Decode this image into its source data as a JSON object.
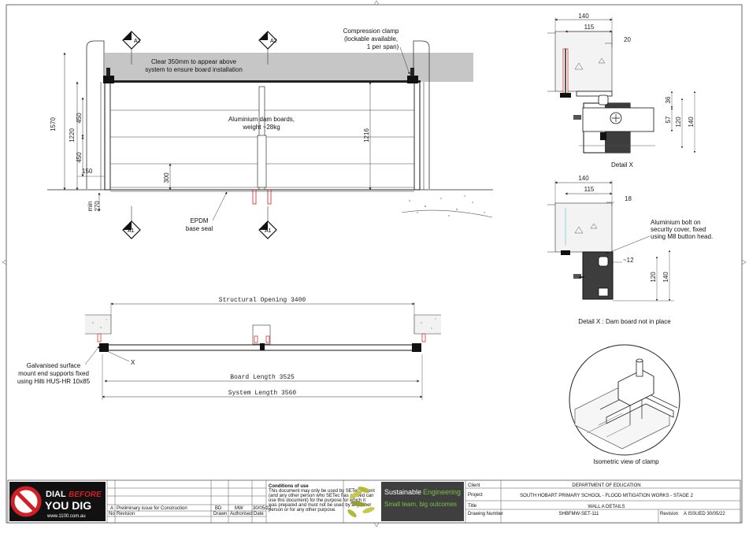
{
  "front_view": {
    "clearance_note": [
      "Clear 350mm to appear above",
      "system to ensure board installation"
    ],
    "clamp_note": [
      "Compression clamp",
      "(lockable available,",
      "1 per span)"
    ],
    "boards_note": [
      "Aluminium dam boards,",
      "weight ~28kg"
    ],
    "seal_note": [
      "EPDM",
      "base seal"
    ],
    "markers": {
      "a2": "A2",
      "a1": "A1"
    },
    "dims": {
      "d1570": "1570",
      "d1220": "1220",
      "d450a": "450",
      "d450b": "450",
      "d150": "150",
      "d270": "270",
      "min": "min",
      "d1216": "1216",
      "d300": "300"
    }
  },
  "plan_view": {
    "structural_opening": "Structural Opening 3400",
    "board_length": "Board Length 3525",
    "system_length": "System Length 3560",
    "supports_note": [
      "Galvanised surface",
      "mount end supports fixed",
      "using Hilti HUS-HR 10x85"
    ],
    "x_marker": "X"
  },
  "detail_x": {
    "title": "Detail X",
    "dims": {
      "d140": "140",
      "d115": "115",
      "d20": "20",
      "d36": "36",
      "d57": "57",
      "d120": "120",
      "d140v": "140"
    }
  },
  "detail_x2": {
    "title": "Detail X : Dam board not in place",
    "bolt_note": [
      "Aluminium bolt on",
      "security cover, fixed",
      "using M8 button head."
    ],
    "dims": {
      "d140": "140",
      "d115": "115",
      "d18": "18",
      "d12": "~12",
      "d120": "120",
      "d140v": "140"
    }
  },
  "isometric": {
    "title": "Isometric view of clamp"
  },
  "title_block": {
    "dial_logo": {
      "line1": "DIAL",
      "before": "BEFORE",
      "line2": "YOU DIG",
      "url": "www.1100.com.au"
    },
    "revision_row": {
      "rev": "A",
      "desc": "Preliminary issue for Construction",
      "drawn": "BD",
      "auth": "MW",
      "date": "30/05/22"
    },
    "headers": {
      "no": "No",
      "revision": "Revision",
      "drawn": "Drawn",
      "authorised": "Authorised",
      "date": "Date"
    },
    "conditions": {
      "title": "Conditions of use",
      "lines": [
        "This document may only be used by SETec's client",
        "(and any other person who SETec has agreed can",
        "use this document) for the purpose for which it",
        "was prepared and must not be used by any other",
        "person or for any other purpose."
      ]
    },
    "company": {
      "name1": "Sustainable",
      "name2": "Engineering",
      "tagline": "Small team, big outcomes"
    },
    "labels": {
      "client": "Client",
      "project": "Project",
      "title": "Title",
      "drawing_number": "Drawing Number",
      "revision": "Revision"
    },
    "values": {
      "client": "DEPARTMENT OF EDUCATION",
      "project": "SOUTH HOBART PRIMARY SCHOOL - FLOOD MITIGATION WORKS - STAGE 2",
      "title": "WALL A DETAILS",
      "drawing_number": "SHBFMW-SET-111",
      "revision": "A  ISSUED 30/05/22"
    },
    "colors": {
      "accent_green": "#7cc243",
      "dark_band": "#3f3f3f",
      "dial_red": "#d21f26"
    }
  }
}
